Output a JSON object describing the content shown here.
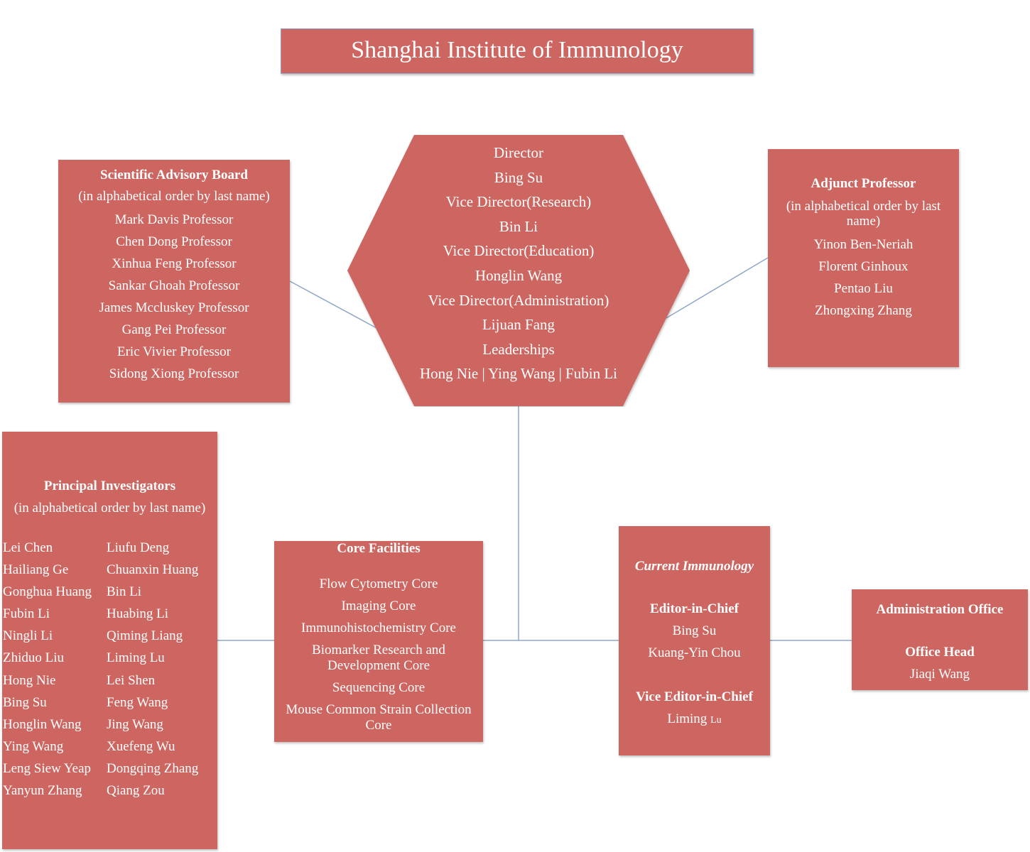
{
  "title": "Shanghai  Institute of Immunology",
  "director": {
    "lines": [
      {
        "text": "Director",
        "bold": true
      },
      {
        "text": "Bing Su",
        "bold": true
      },
      {
        "text": "Vice Director(Research)",
        "bold": false
      },
      {
        "text": "Bin Li",
        "bold": false
      },
      {
        "text": "Vice Director(Education)",
        "bold": false
      },
      {
        "text": "Honglin Wang",
        "bold": false
      },
      {
        "text": "Vice Director(Administration)",
        "bold": false
      },
      {
        "text": "Lijuan Fang",
        "bold": false
      },
      {
        "text": "Leaderships",
        "bold": false
      },
      {
        "text": "Hong Nie | Ying Wang | Fubin Li",
        "bold": false
      }
    ]
  },
  "advisory_board": {
    "heading": "Scientific Advisory Board",
    "subheading": "(in alphabetical order by last name)",
    "members": [
      "Mark Davis Professor",
      "Chen Dong Professor",
      "Xinhua Feng Professor",
      "Sankar Ghoah Professor",
      "James Mccluskey Professor",
      "Gang Pei Professor",
      "Eric Vivier Professor",
      "Sidong Xiong Professor"
    ]
  },
  "adjunct": {
    "heading": "Adjunct Professor",
    "subheading": "(in alphabetical order by last name)",
    "members": [
      "Yinon Ben-Neriah",
      "Florent Ginhoux",
      "Pentao Liu",
      "Zhongxing Zhang"
    ]
  },
  "principal_investigators": {
    "heading": "Principal Investigators",
    "subheading": "(in alphabetical order by last name)",
    "names": [
      "Lei Chen",
      "Liufu Deng",
      "Hailiang Ge",
      "Chuanxin Huang",
      "Gonghua Huang",
      "Bin Li",
      "Fubin Li",
      "Huabing Li",
      "Ningli Li",
      "Qiming Liang",
      "Zhiduo Liu",
      "Liming Lu",
      "Hong Nie",
      "Lei Shen",
      "Bing Su",
      "Feng Wang",
      "Honglin Wang",
      "Jing Wang",
      "Ying Wang",
      "Xuefeng Wu",
      "Leng Siew Yeap",
      "Dongqing Zhang",
      "Yanyun Zhang",
      "Qiang Zou"
    ]
  },
  "core_facilities": {
    "heading": "Core Facilities",
    "items": [
      "Flow Cytometry Core",
      "Imaging Core",
      "Immunohistochemistry Core",
      "Biomarker Research and Development Core",
      "Sequencing Core",
      "Mouse Common Strain Collection Core"
    ]
  },
  "current_immunology": {
    "journal": "Current Immunology",
    "editor_heading": "Editor-in-Chief",
    "editors": [
      "Bing Su",
      "Kuang-Yin Chou"
    ],
    "vice_heading": "Vice Editor-in-Chief",
    "vice_name": "Liming",
    "vice_name_small": "Lu"
  },
  "admin_office": {
    "heading": "Administration Office",
    "head_heading": "Office Head",
    "head_name": "Jiaqi Wang"
  },
  "colors": {
    "box_fill": "#cd6560",
    "connector": "#8fa6c8",
    "text": "#ffffff"
  }
}
